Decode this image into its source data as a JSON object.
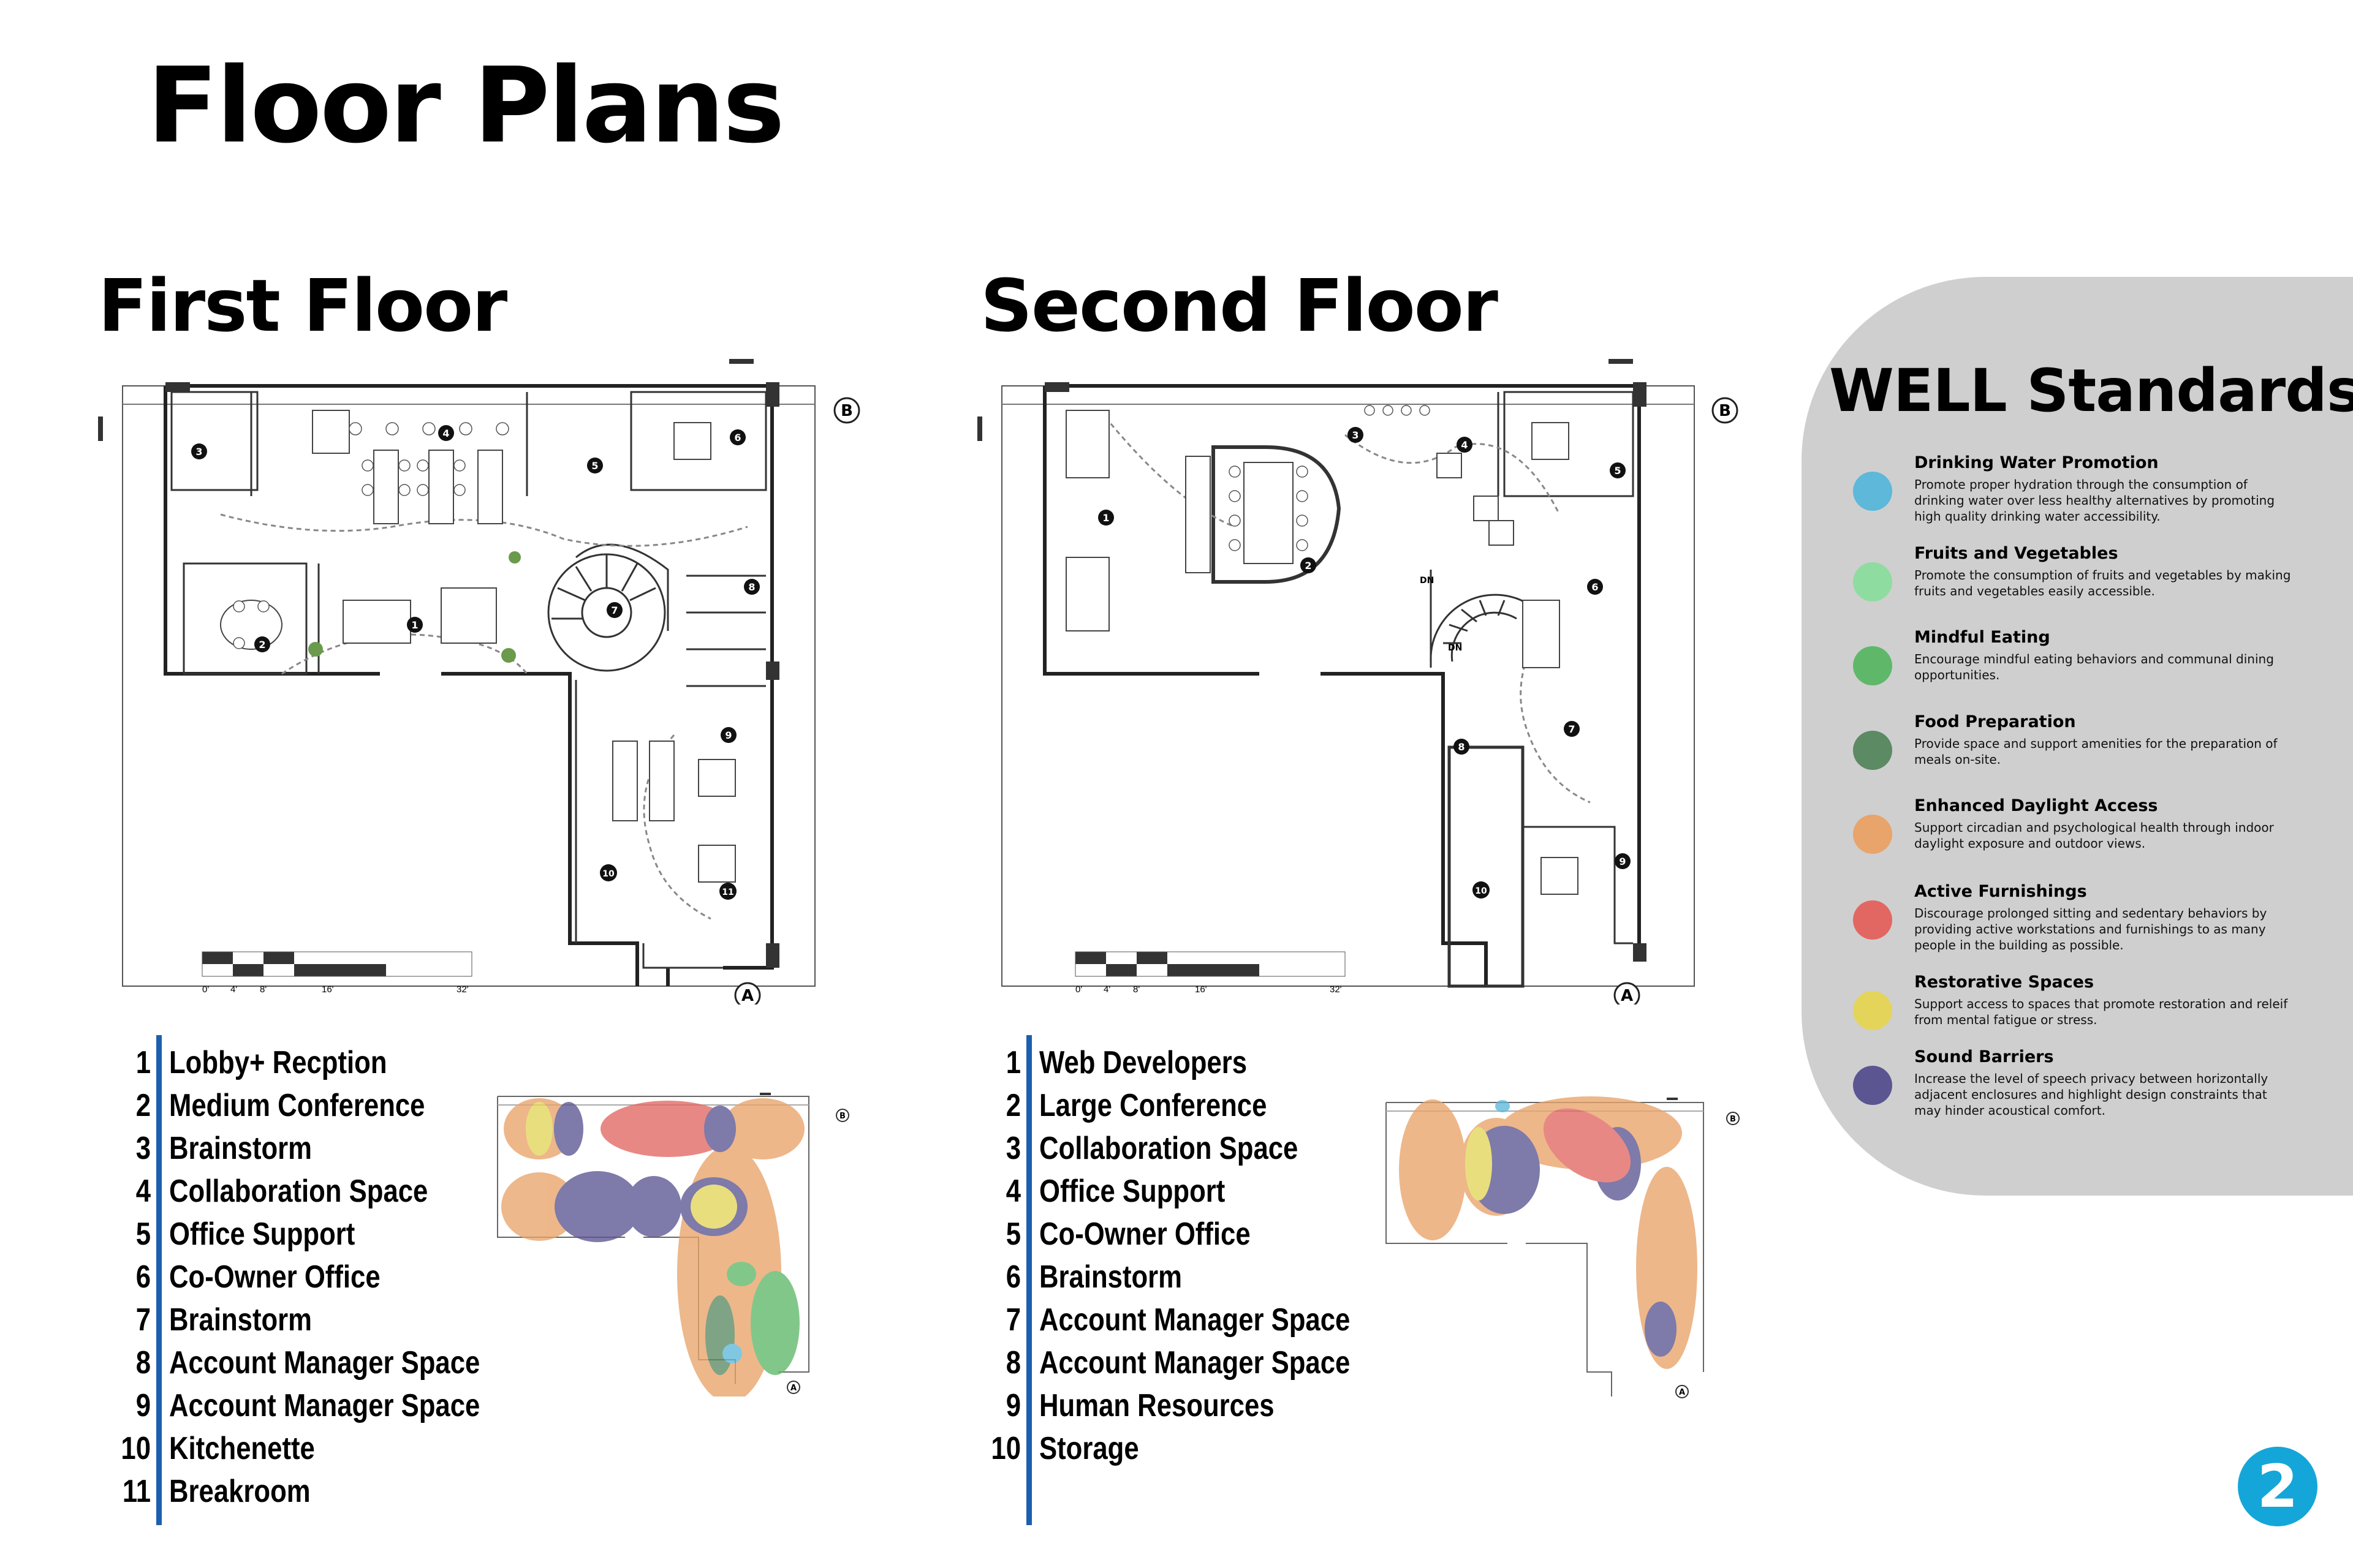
{
  "page": {
    "title": "Floor Plans",
    "page_number": "2"
  },
  "first_floor": {
    "title": "First Floor",
    "section_marker_a": "A",
    "section_marker_b": "B",
    "scale_labels": [
      "0'",
      "4'",
      "8'",
      "16'",
      "32'"
    ],
    "legend": [
      {
        "num": "1",
        "name": "Lobby+ Recption"
      },
      {
        "num": "2",
        "name": "Medium Conference"
      },
      {
        "num": "3",
        "name": "Brainstorm"
      },
      {
        "num": "4",
        "name": "Collaboration Space"
      },
      {
        "num": "5",
        "name": "Office Support"
      },
      {
        "num": "6",
        "name": "Co-Owner Office"
      },
      {
        "num": "7",
        "name": "Brainstorm"
      },
      {
        "num": "8",
        "name": "Account Manager Space"
      },
      {
        "num": "9",
        "name": "Account Manager Space"
      },
      {
        "num": "10",
        "name": "Kitchenette"
      },
      {
        "num": "11",
        "name": "Breakroom"
      }
    ]
  },
  "second_floor": {
    "title": "Second Floor",
    "section_marker_a": "A",
    "section_marker_b": "B",
    "stair_label": "DN",
    "scale_labels": [
      "0'",
      "4'",
      "8'",
      "16'",
      "32'"
    ],
    "legend": [
      {
        "num": "1",
        "name": "Web Developers"
      },
      {
        "num": "2",
        "name": "Large Conference"
      },
      {
        "num": "3",
        "name": "Collaboration Space"
      },
      {
        "num": "4",
        "name": "Office Support"
      },
      {
        "num": "5",
        "name": "Co-Owner Office"
      },
      {
        "num": "6",
        "name": "Brainstorm"
      },
      {
        "num": "7",
        "name": "Account Manager Space"
      },
      {
        "num": "8",
        "name": "Account Manager Space"
      },
      {
        "num": "9",
        "name": "Human Resources"
      },
      {
        "num": "10",
        "name": "Storage"
      }
    ]
  },
  "well": {
    "title": "WELL Standards",
    "items": [
      {
        "name": "Drinking Water Promotion",
        "desc": "Promote proper hydration through the consumption of drinking water over less healthy alternatives by promoting high quality drinking water accessibility.",
        "color": "#5db8da"
      },
      {
        "name": "Fruits and Vegetables",
        "desc": "Promote the consumption of fruits and vegetables by making fruits and vegetables easily accessible.",
        "color": "#8fdca0"
      },
      {
        "name": "Mindful Eating",
        "desc": "Encourage mindful eating behaviors and communal dining opportunities.",
        "color": "#5fb86a"
      },
      {
        "name": "Food Preparation",
        "desc": "Provide space and support amenities for the preparation of meals on-site.",
        "color": "#5c8a63"
      },
      {
        "name": "Enhanced Daylight Access",
        "desc": "Support circadian and psychological health through indoor daylight exposure and outdoor views.",
        "color": "#e8a46a"
      },
      {
        "name": "Active Furnishings",
        "desc": "Discourage prolonged sitting and sedentary behaviors by providing active workstations and furnishings to as many people in the building as possible.",
        "color": "#e26762"
      },
      {
        "name": "Restorative Spaces",
        "desc": "Support access to spaces that promote restoration and releif from mental fatigue or stress.",
        "color": "#e4d55a"
      },
      {
        "name": "Sound Barriers",
        "desc": "Increase the level of speech privacy between horizontally adjacent enclosures and highlight design constraints that may hinder acoustical comfort.",
        "color": "#5b5592"
      }
    ]
  }
}
